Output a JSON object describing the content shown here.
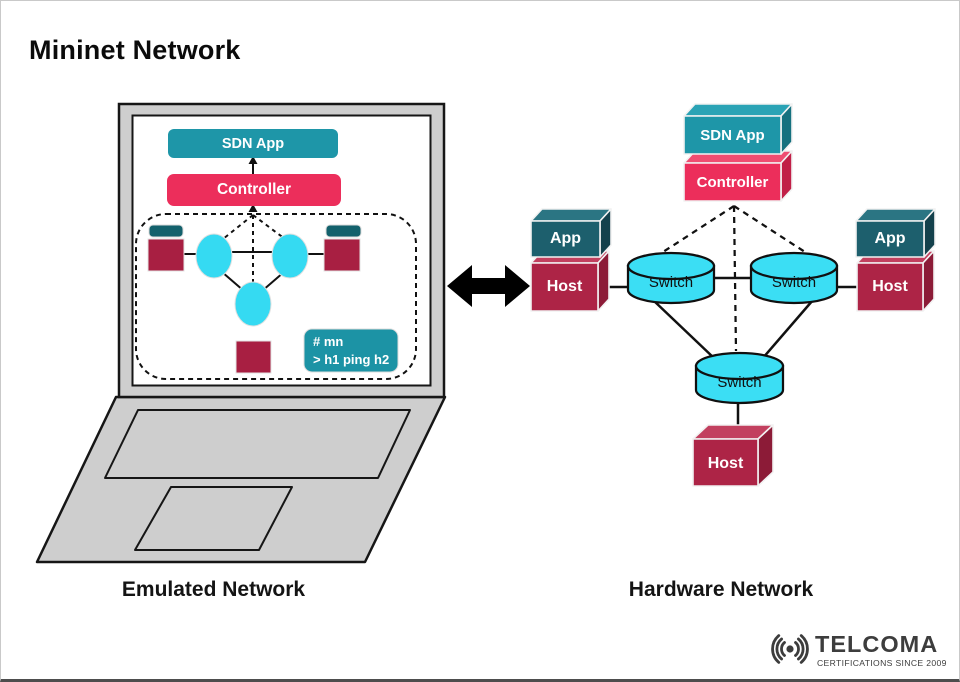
{
  "title": "Mininet Network",
  "emulated": {
    "caption": "Emulated Network",
    "sdn_app": "SDN App",
    "controller": "Controller",
    "terminal": {
      "line1": "# mn",
      "line2": "> h1 ping h2"
    }
  },
  "hardware": {
    "caption": "Hardware Network",
    "sdn_app": "SDN App",
    "controller": "Controller",
    "apps": {
      "left": "App",
      "right": "App"
    },
    "hosts": {
      "left": "Host",
      "right": "Host",
      "bottom": "Host"
    },
    "switches": {
      "left": "Switch",
      "right": "Switch",
      "bottom": "Switch"
    }
  },
  "logo": {
    "brand": "TELCOMA",
    "tagline": "CERTIFICATIONS SINCE 2009"
  },
  "colors": {
    "teal": "#1e96a8",
    "teal_top": "#2aa3b5",
    "teal_side": "#15717f",
    "crimson": "#ec2e5b",
    "crimson_top": "#ef4d71",
    "crimson_side": "#c11f47",
    "dark_teal": "#1d5f6d",
    "dark_teal_top": "#2b7583",
    "dark_teal_side": "#14414c",
    "host_red": "#ad2446",
    "host_red_top": "#c2405f",
    "host_red_side": "#8c1b37",
    "maroon": "#a81f42",
    "cyan": "#3bdef4",
    "cyan_light": "#35daf2",
    "terminal_teal": "#1c93a5",
    "tab_teal": "#13616c",
    "laptop_gray": "#cecece",
    "arrow_black": "#000000",
    "logo_gray": "#3d3d3d"
  }
}
